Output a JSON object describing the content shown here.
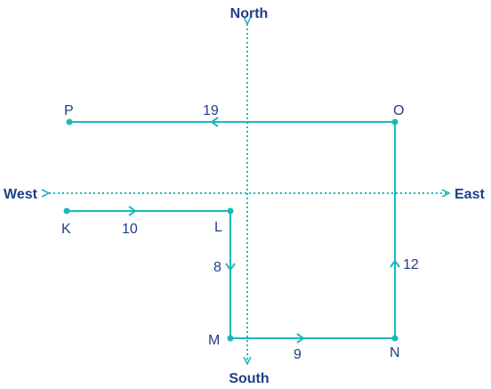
{
  "compass": {
    "north": "North",
    "south": "South",
    "east": "East",
    "west": "West"
  },
  "points": {
    "P": "P",
    "O": "O",
    "K": "K",
    "L": "L",
    "M": "M",
    "N": "N"
  },
  "distances": {
    "PO": "19",
    "KL": "10",
    "LM": "8",
    "MN": "9",
    "NO": "12"
  },
  "colors": {
    "path": "#1eb8b8",
    "text": "#1f3f86"
  }
}
